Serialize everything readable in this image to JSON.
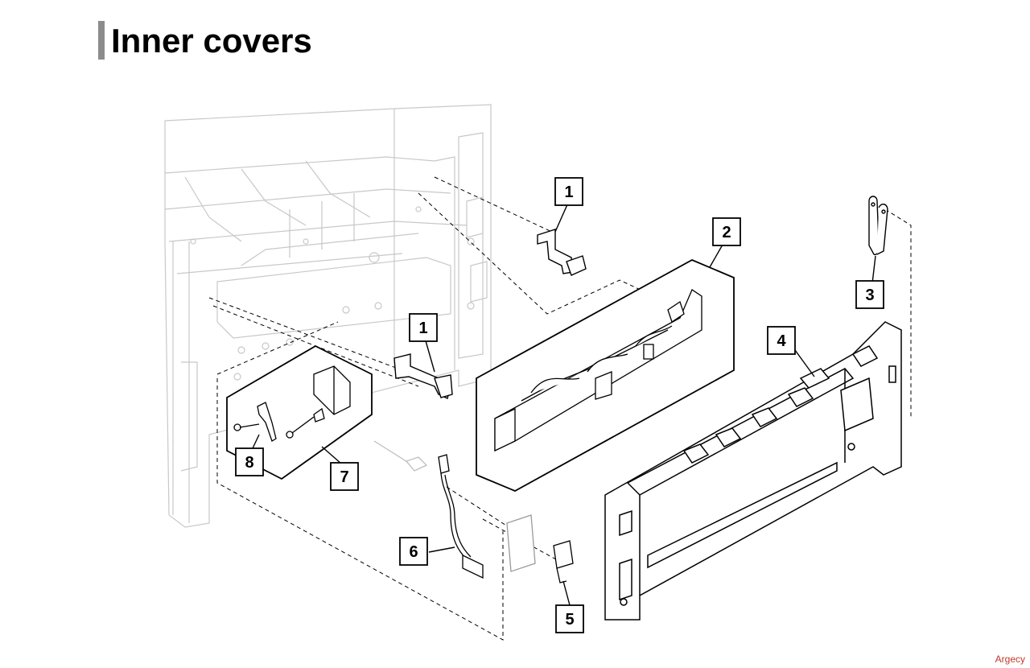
{
  "title": "Inner covers",
  "watermark": "Argecy",
  "colors": {
    "accent_bar": "#8c8c8c",
    "ghost_frame": "#c8c8c8",
    "line": "#000000",
    "watermark": "#c0392b"
  },
  "callouts": [
    {
      "label": "1"
    },
    {
      "label": "2"
    },
    {
      "label": "3"
    },
    {
      "label": "4"
    },
    {
      "label": "1"
    },
    {
      "label": "7"
    },
    {
      "label": "8"
    },
    {
      "label": "6"
    },
    {
      "label": "5"
    }
  ]
}
